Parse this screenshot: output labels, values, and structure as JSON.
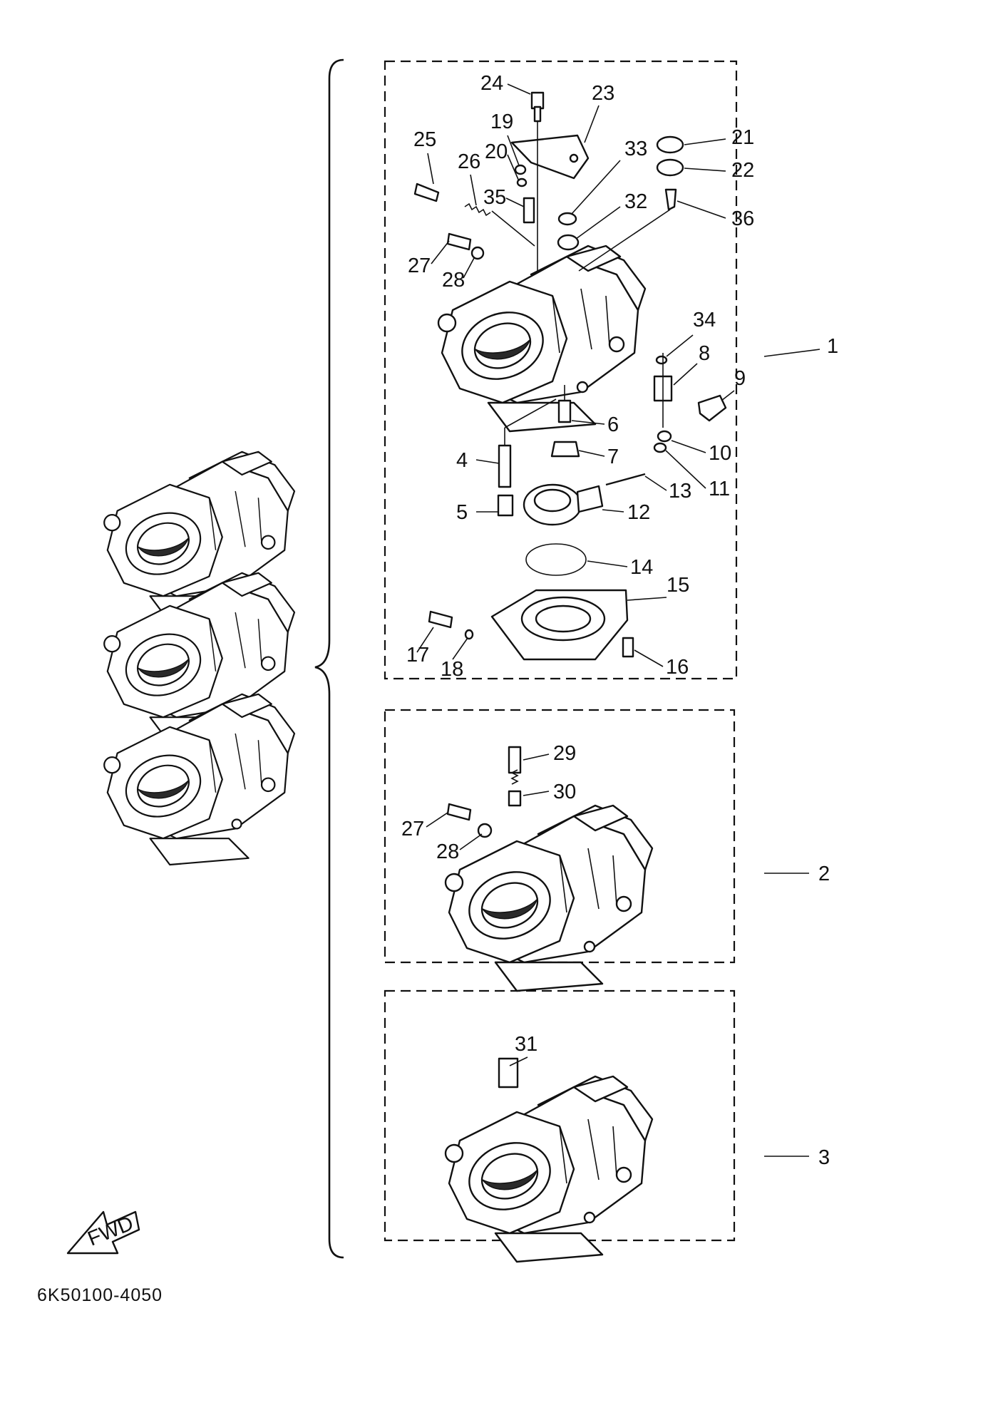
{
  "diagram": {
    "code": "6K50100-4050",
    "fwd_label": "FWD",
    "callouts": [
      {
        "id": "c1",
        "text": "1"
      },
      {
        "id": "c2",
        "text": "2"
      },
      {
        "id": "c3",
        "text": "3"
      },
      {
        "id": "c4",
        "text": "4"
      },
      {
        "id": "c5",
        "text": "5"
      },
      {
        "id": "c6",
        "text": "6"
      },
      {
        "id": "c7",
        "text": "7"
      },
      {
        "id": "c8",
        "text": "8"
      },
      {
        "id": "c9",
        "text": "9"
      },
      {
        "id": "c10",
        "text": "10"
      },
      {
        "id": "c11",
        "text": "11"
      },
      {
        "id": "c12",
        "text": "12"
      },
      {
        "id": "c13",
        "text": "13"
      },
      {
        "id": "c14",
        "text": "14"
      },
      {
        "id": "c15",
        "text": "15"
      },
      {
        "id": "c16",
        "text": "16"
      },
      {
        "id": "c17",
        "text": "17"
      },
      {
        "id": "c18",
        "text": "18"
      },
      {
        "id": "c19",
        "text": "19"
      },
      {
        "id": "c20",
        "text": "20"
      },
      {
        "id": "c21",
        "text": "21"
      },
      {
        "id": "c22",
        "text": "22"
      },
      {
        "id": "c23",
        "text": "23"
      },
      {
        "id": "c24",
        "text": "24"
      },
      {
        "id": "c25",
        "text": "25"
      },
      {
        "id": "c26",
        "text": "26"
      },
      {
        "id": "c27a",
        "text": "27"
      },
      {
        "id": "c28a",
        "text": "28"
      },
      {
        "id": "c27b",
        "text": "27"
      },
      {
        "id": "c28b",
        "text": "28"
      },
      {
        "id": "c29",
        "text": "29"
      },
      {
        "id": "c30",
        "text": "30"
      },
      {
        "id": "c31",
        "text": "31"
      },
      {
        "id": "c32",
        "text": "32"
      },
      {
        "id": "c33",
        "text": "33"
      },
      {
        "id": "c34",
        "text": "34"
      },
      {
        "id": "c35",
        "text": "35"
      },
      {
        "id": "c36",
        "text": "36"
      }
    ]
  }
}
